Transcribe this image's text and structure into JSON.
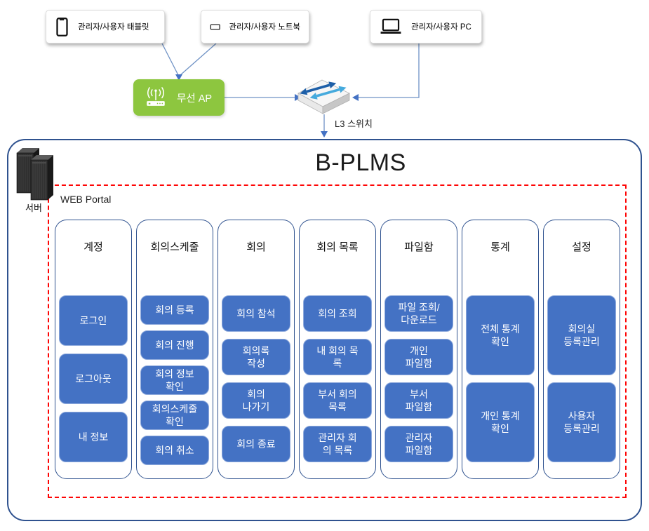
{
  "diagram": {
    "devices": [
      {
        "label": "관리자/사용자 태블릿"
      },
      {
        "label": "관리자/사용자 노트북"
      },
      {
        "label": "관리자/사용자 PC"
      }
    ],
    "network": {
      "ap_label": "무선 AP",
      "switch_label": "L3 스위치"
    },
    "system": {
      "title": "B-PLMS",
      "server_label": "서버",
      "portal_label": "WEB Portal"
    },
    "columns": [
      {
        "header": "계정",
        "buttons": [
          "로그인",
          "로그아웃",
          "내 정보"
        ]
      },
      {
        "header": "회의스케줄",
        "buttons": [
          "회의 등록",
          "회의 진행",
          "회의 정보\n확인",
          "회의스케줄\n확인",
          "회의 취소"
        ]
      },
      {
        "header": "회의",
        "buttons": [
          "회의 참석",
          "회의록\n작성",
          "회의\n나가기",
          "회의 종료"
        ]
      },
      {
        "header": "회의 목록",
        "buttons": [
          "회의 조회",
          "내 회의 목\n록",
          "부서 회의\n목록",
          "관리자 회\n의 목록"
        ]
      },
      {
        "header": "파일함",
        "buttons": [
          "파일 조회/\n다운로드",
          "개인\n파일함",
          "부서\n파일함",
          "관리자\n파일함"
        ]
      },
      {
        "header": "통계",
        "buttons": [
          "전체 통계\n확인",
          "개인 통계\n확인"
        ]
      },
      {
        "header": "설정",
        "buttons": [
          "회의실\n등록관리",
          "사용자\n등록관리"
        ]
      }
    ],
    "colors": {
      "ap_green": "#8dc63f",
      "button_blue": "#4472c4",
      "outline_blue": "#2f528f",
      "portal_red": "#ff0000",
      "connector_blue": "#5b87c5"
    }
  }
}
